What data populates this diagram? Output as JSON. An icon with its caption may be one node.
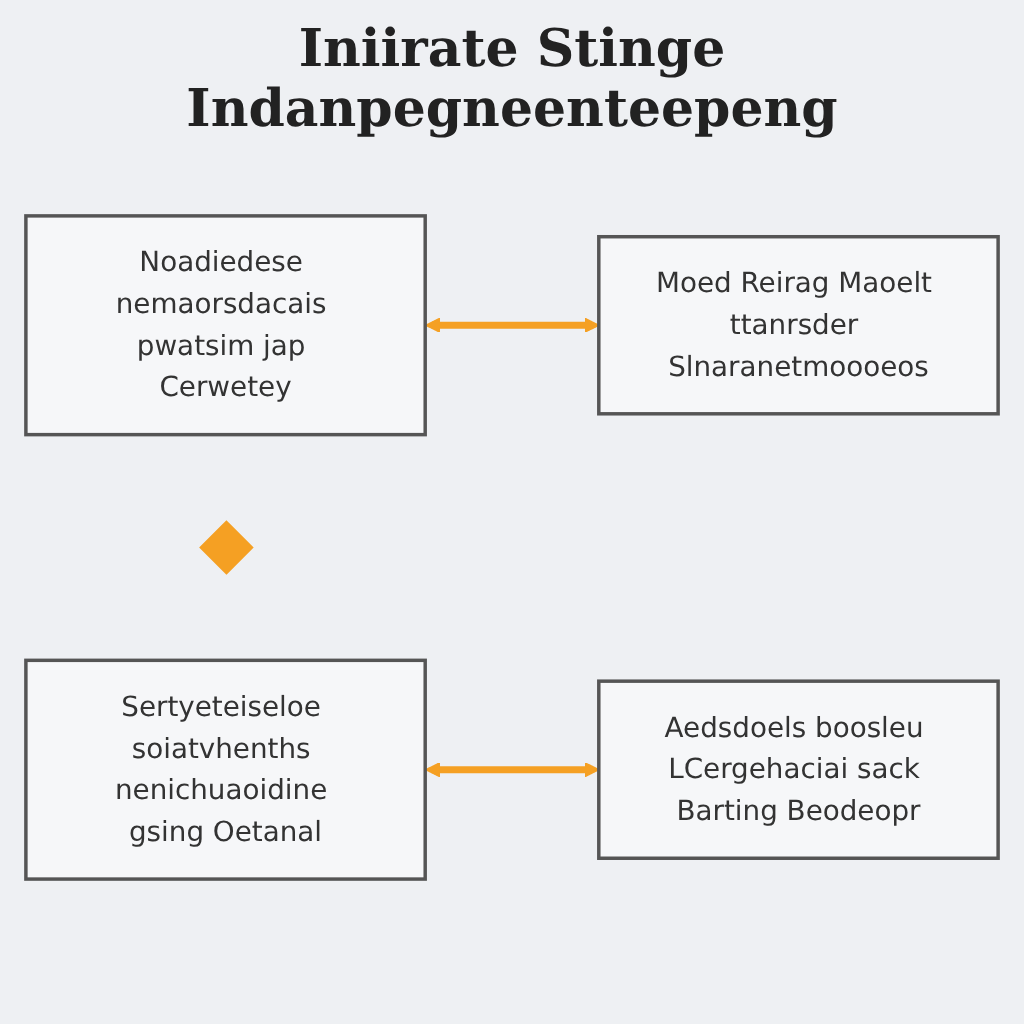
{
  "diagram": {
    "title": "Iniirate Stinge Indanpegneenteepeng",
    "nodes": [
      {
        "text": [
          "Noadiedese nemaorsdacais pwatsim jap Cerwetey"
        ]
      },
      {
        "text": [
          "Moed Reirag Maoelt ttanrsder Slnaranetmoooeos"
        ]
      },
      {
        "text": [],
        "shape": "diamond"
      },
      {
        "text": [
          "Sertyeteiseloe soiatvhenths nenichuaoidine gsing Oetanal"
        ]
      },
      {
        "text": [
          "Aedsdoels boosleu LCergehaciai sack Barting Beodeopr"
        ]
      }
    ],
    "edges": [
      {
        "from": 0,
        "to": 1,
        "arrow": "both"
      },
      {
        "from": 3,
        "to": 4,
        "arrow": "both"
      }
    ]
  }
}
